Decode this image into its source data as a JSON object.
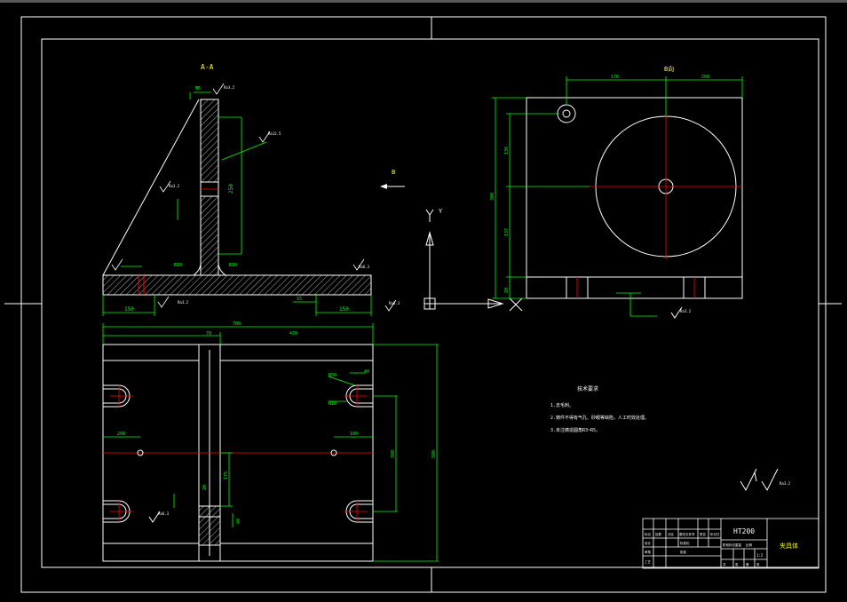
{
  "drawing": {
    "section_label": "A-A",
    "view_label": "B向",
    "arrow_label": "B",
    "axis_label": "Y",
    "material": "HT200",
    "part_name": "夹具体",
    "colors": {
      "background": "#000000",
      "frame": "#ffffff",
      "dimension": "#00ff00",
      "centerline": "#ff0000",
      "label": "#ffff00"
    }
  },
  "dimensions": {
    "top_width": "176",
    "top_right": "200",
    "right_height": "300",
    "right_upper": "136",
    "right_lower": "137",
    "right_base": "20",
    "overall_length": "700",
    "left_offset": "70",
    "right_length": "430",
    "overall_width": "500",
    "inner_width": "380",
    "base_left": "150",
    "base_right": "150",
    "wall_height": "250",
    "left_pos": "200",
    "right_pos": "180",
    "mid_depth": "175",
    "small_a": "20",
    "small_b": "40",
    "small_c": "40",
    "slot_r1": "R50",
    "slot_r2": "R18",
    "fillet_r1": "R10",
    "fillet_r2": "R10",
    "hole_gauge": "M6",
    "base_step": "15"
  },
  "surface_finish": [
    "Ra3.2",
    "Ra12.5",
    "Ra3.2",
    "Ra6.3",
    "Ra3.2",
    "Ra6.3",
    "Ra3.2",
    "Ra6.3",
    "Ra3.2"
  ],
  "notes": {
    "title": "技术要求",
    "lines": [
      "1.去毛刺。",
      "2.铸件不得有气孔、砂眼等缺陷，人工时效处理。",
      "3.未注铸造圆角R3~R5。"
    ]
  },
  "title_block": {
    "labels": [
      "标记",
      "处数",
      "分区",
      "更改文件号",
      "签名",
      "年月日",
      "设计",
      "审核",
      "工艺",
      "标准化",
      "批准",
      "阶段标记",
      "重量",
      "比例",
      "共",
      "张",
      "第",
      "张"
    ],
    "scale": "1:2"
  }
}
